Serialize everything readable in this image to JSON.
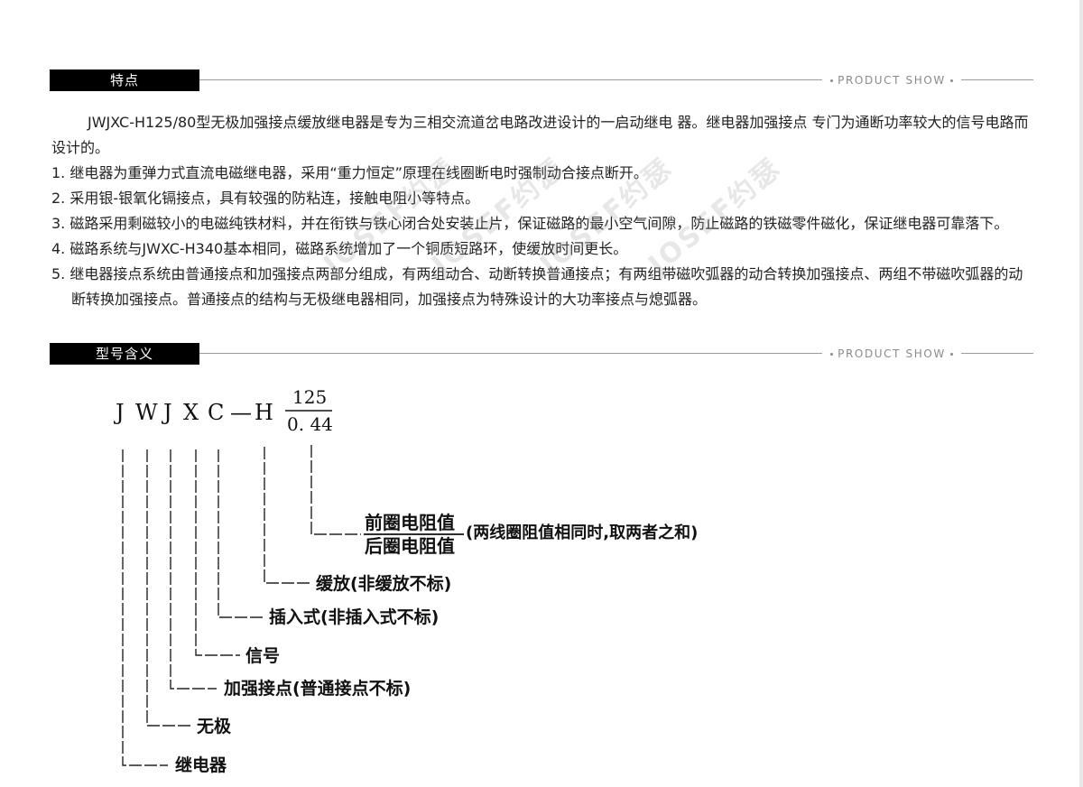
{
  "sections": {
    "features": {
      "tag": "特点",
      "show_label": "PRODUCT SHOW",
      "intro": "JWJXC-H125/80型无极加强接点缓放继电器是专为三相交流道岔电路改进设计的一启动继电 器。继电器加强接点 专门为通断功率较大的信号电路而设计的。",
      "items": [
        "1. 继电器为重弹力式直流电磁继电器，采用“重力恒定”原理在线圈断电时强制动合接点断开。",
        "2. 采用银-银氧化镉接点，具有较强的防粘连，接触电阻小等特点。",
        "3. 磁路采用剩磁较小的电磁纯铁材料，并在衔铁与铁心闭合处安装止片，保证磁路的最小空气间隙，防止磁路的铁磁零件磁化，保证继电器可靠落下。",
        "4. 磁路系统与JWXC-H340基本相同，磁路系统增加了一个铜质短路环，使缓放时间更长。",
        "5. 继电器接点系统由普通接点和加强接点两部分组成，有两组动合、动断转换普通接点；有两组带磁吹弧器的动合转换加强接点、两组不带磁吹弧器的动断转换加强接点。普通接点的结构与无极继电器相同，加强接点为特殊设计的大功率接点与熄弧器。"
      ]
    },
    "model": {
      "tag": "型号含义",
      "show_label": "PRODUCT SHOW"
    }
  },
  "watermark": "JOSEF约瑟",
  "diagram": {
    "letters": [
      "J",
      "W",
      "J",
      "X",
      "C",
      "—",
      "H"
    ],
    "numerator": "125",
    "denominator": "0. 44",
    "labels": {
      "front_resistance": "前圈电阻值",
      "rear_resistance": "后圈电阻值",
      "resistance_note": "(两线圈阻值相同时,取两者之和)",
      "slow_release": "缓放(非缓放不标)",
      "plug_in": "插入式(非插入式不标)",
      "signal": "信号",
      "heavy_contact": "加强接点(普通接点不标)",
      "non_polar": "无极",
      "relay": "继电器"
    }
  }
}
